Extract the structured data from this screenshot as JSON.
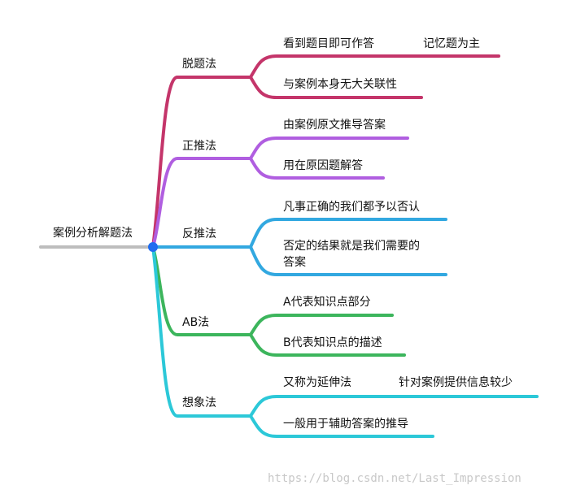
{
  "root": {
    "label": "案例分析解题法",
    "line_color": "#bdbdbd",
    "dot_color": "#1f6cf0"
  },
  "branches": [
    {
      "label": "脱题法",
      "color": "#c4356a",
      "children": [
        {
          "label": "看到题目即可作答",
          "extra": "记忆题为主"
        },
        {
          "label": "与案例本身无大关联性"
        }
      ]
    },
    {
      "label": "正推法",
      "color": "#b05ee0",
      "children": [
        {
          "label": "由案例原文推导答案"
        },
        {
          "label": "用在原因题解答"
        }
      ]
    },
    {
      "label": "反推法",
      "color": "#32a8e0",
      "children": [
        {
          "label": "凡事正确的我们都予以否认"
        },
        {
          "label": "否定的结果就是我们需要的",
          "label2": "答案"
        }
      ]
    },
    {
      "label": "AB法",
      "color": "#3cb55c",
      "children": [
        {
          "label": "A代表知识点部分"
        },
        {
          "label": "B代表知识点的描述"
        }
      ]
    },
    {
      "label": "想象法",
      "color": "#2cc8d8",
      "children": [
        {
          "label": "又称为延伸法",
          "extra": "针对案例提供信息较少"
        },
        {
          "label": "一般用于辅助答案的推导"
        }
      ]
    }
  ],
  "watermark": "https://blog.csdn.net/Last_Impression"
}
